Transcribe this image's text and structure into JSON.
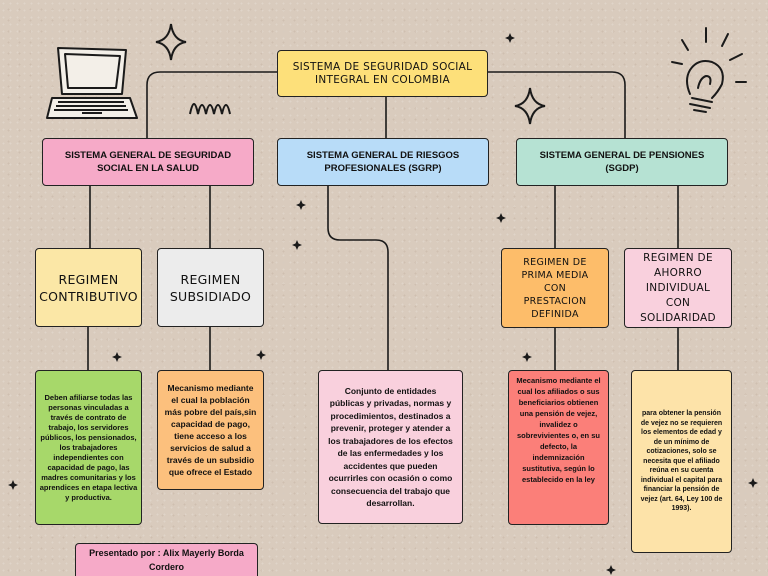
{
  "title": "SISTEMA DE SEGURIDAD SOCIAL INTEGRAL EN COLOMBIA",
  "branches": {
    "salud": {
      "title": "SISTEMA GENERAL DE SEGURIDAD SOCIAL EN LA SALUD",
      "contributivo": {
        "title": "REGIMEN CONTRIBUTIVO",
        "desc": "Deben afiliarse todas las personas vinculadas a través de contrato de trabajo, los servidores públicos, los pensionados, los trabajadores independientes con capacidad de pago, las madres comunitarias y los aprendices en etapa lectiva y productiva."
      },
      "subsidiado": {
        "title": "REGIMEN SUBSIDIADO",
        "desc": "Mecanismo mediante el cual la población más pobre del país,sin capacidad de pago, tiene acceso a los servicios de salud a través de un subsidio que ofrece el Estado"
      }
    },
    "riesgos": {
      "title": "SISTEMA GENERAL DE RIESGOS PROFESIONALES (SGRP)",
      "desc": "Conjunto de entidades públicas y privadas, normas y procedimientos, destinados a prevenir, proteger y atender a los trabajadores de los efectos de las enfermedades y los accidentes que pueden ocurrirles con ocasión o como consecuencia del trabajo que desarrollan."
    },
    "pensiones": {
      "title": "SISTEMA GENERAL DE PENSIONES (SGDP)",
      "prima_media": {
        "title": "REGIMEN DE PRIMA MEDIA CON PRESTACION DEFINIDA",
        "desc": "Mecanismo mediante el cual los afiliados o sus beneficiarios obtienen una pensión de vejez, invalidez o sobrevivientes o, en su defecto, la indemnización sustitutiva, según lo establecido en la ley"
      },
      "ahorro": {
        "title": "REGIMEN DE AHORRO INDIVIDUAL CON SOLIDARIDAD",
        "desc": "para obtener la pensión de vejez no se requieren los elementos de edad y de un mínimo de cotizaciones, solo se necesita que el afiliado reúna en su cuenta individual el capital para financiar la pensión de vejez (art. 64, Ley 100 de 1993)."
      }
    }
  },
  "author": "Presentado por : Alix Mayerly Borda Cordero",
  "colors": {
    "title_box": "#fde07a",
    "salud_box": "#f6aac8",
    "riesgos_box": "#b8dcf8",
    "pensiones_box": "#b6e2d3",
    "contributivo_box": "#fbe7a6",
    "subsidiado_box": "#ececec",
    "prima_media_box": "#fdbd6a",
    "ahorro_box": "#f9d0dd",
    "contributivo_desc": "#a7d86a",
    "subsidiado_desc": "#fcc07d",
    "riesgos_desc": "#f9d0dd",
    "prima_media_desc": "#fb7f79",
    "ahorro_desc": "#fde3a9",
    "author_box": "#f6aac8"
  },
  "decorations": [
    "laptop-icon",
    "lightbulb-icon",
    "sparkle-icon",
    "swirl-icon",
    "star-icon"
  ]
}
